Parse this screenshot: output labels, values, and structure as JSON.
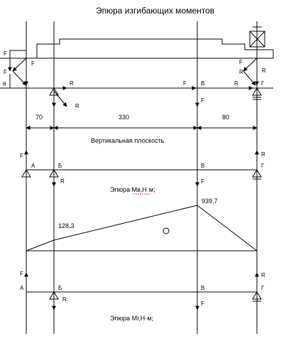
{
  "title": "Эпюра изгибающих моментов",
  "forces": {
    "F": "F",
    "R": "R",
    "theta": "θ"
  },
  "dimensions": [
    "70",
    "330",
    "80"
  ],
  "plane_label": "Вертикальная плоскость",
  "supports": {
    "A": "А",
    "B": "Б",
    "V": "В",
    "G": "Г"
  },
  "moment_diagram_1": {
    "label": "Эпюра Mв,Н·м;",
    "values": [
      "128,3",
      "939,7"
    ]
  },
  "moment_diagram_2": {
    "label": "Эпюра Mг,Н·м;"
  }
}
